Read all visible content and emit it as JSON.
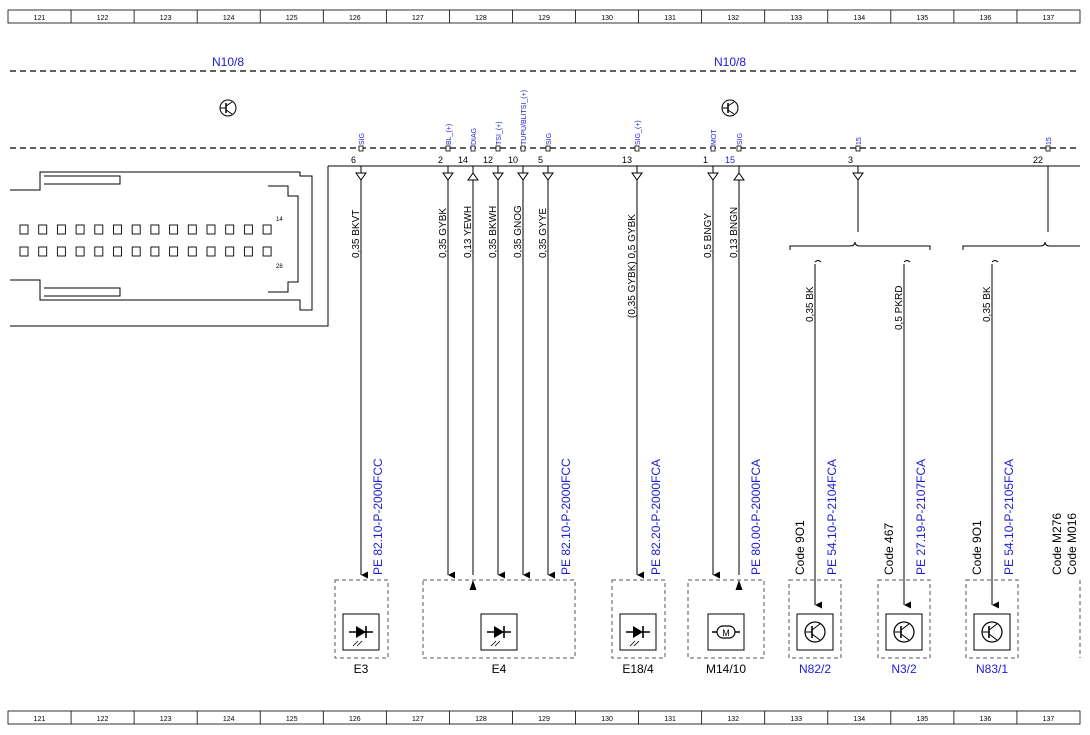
{
  "grid_top": [
    "121",
    "122",
    "123",
    "124",
    "125",
    "126",
    "127",
    "128",
    "129",
    "130",
    "131",
    "132",
    "133",
    "134",
    "135",
    "136",
    "137"
  ],
  "grid_bottom": [
    "121",
    "122",
    "123",
    "124",
    "125",
    "126",
    "127",
    "128",
    "129",
    "130",
    "131",
    "132",
    "133",
    "134",
    "135",
    "136",
    "137"
  ],
  "module_label_left": "N10/8",
  "module_label_right": "N10/8",
  "connector_pins": [
    "14",
    "28"
  ],
  "pins": [
    {
      "num": "6",
      "signal": "SIG",
      "wire": "0,35 BKVT",
      "arrow": "down"
    },
    {
      "num": "2",
      "signal": "BL_(+)",
      "wire": "0,35 GYBK",
      "arrow": "down"
    },
    {
      "num": "14",
      "signal": "DIAG",
      "wire": "0,13 YEWH",
      "arrow": "up"
    },
    {
      "num": "12",
      "signal": "TSI_(+)",
      "wire": "0,35 BKWH",
      "arrow": "down"
    },
    {
      "num": "10",
      "signal": "TUPU/BLITSI_(+)",
      "wire": "0,35 GNOG",
      "arrow": "down"
    },
    {
      "num": "5",
      "signal": "SIG",
      "wire": "0,35 GYYE",
      "arrow": "down"
    },
    {
      "num": "13",
      "signal": "SIG_(+)",
      "wire": "(0,35 GYBK) 0,5 GYBK",
      "arrow": "down"
    },
    {
      "num": "1",
      "signal": "MOT",
      "wire": "0,5 BNGY",
      "arrow": "down"
    },
    {
      "num": "15",
      "signal": "SIG",
      "wire": "0,13 BNGN",
      "arrow": "up"
    },
    {
      "num": "3",
      "signal": "15",
      "wire": "",
      "arrow": "down"
    },
    {
      "num": "22",
      "signal": "15",
      "wire": "",
      "arrow": ""
    }
  ],
  "branch_wires": [
    "0,35 BK",
    "0,5 PKRD",
    "0,35 BK"
  ],
  "references": [
    "PE 82.10-P-2000FCC",
    "PE 82.10-P-2000FCC",
    "PE 82.20-P-2000FCA",
    "PE 80.00-P-2000FCA",
    "PE 54.10-P-2104FCA",
    "PE 27.19-P-2107FCA",
    "PE 54.10-P-2105FCA"
  ],
  "codes": [
    "Code 9O1",
    "Code 467",
    "Code 9O1",
    "Code M276",
    "Code M016"
  ],
  "components": [
    {
      "name": "E3",
      "icon": "led-icon",
      "color": "black"
    },
    {
      "name": "E4",
      "icon": "led-icon",
      "color": "black"
    },
    {
      "name": "E18/4",
      "icon": "led-icon",
      "color": "black"
    },
    {
      "name": "M14/10",
      "icon": "motor-icon",
      "color": "black"
    },
    {
      "name": "N82/2",
      "icon": "control-unit-icon",
      "color": "blue"
    },
    {
      "name": "N3/2",
      "icon": "control-unit-icon",
      "color": "blue"
    },
    {
      "name": "N83/1",
      "icon": "control-unit-icon",
      "color": "blue"
    }
  ],
  "colors": {
    "accent_blue": "#1c1cd6",
    "line": "#000000",
    "frame": "#555555"
  }
}
